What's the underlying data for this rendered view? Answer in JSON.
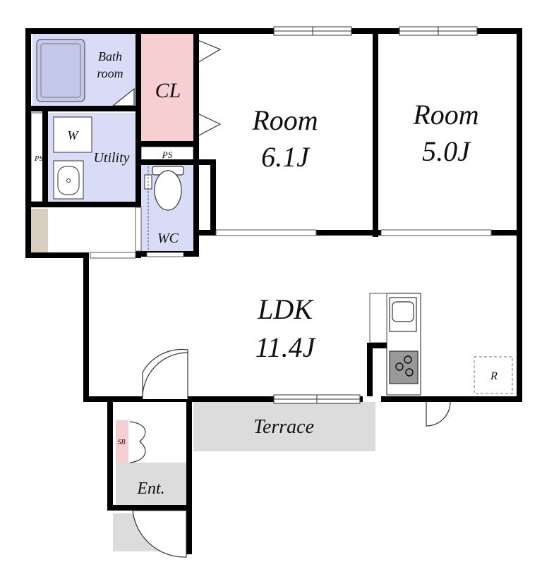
{
  "rooms": {
    "bathroom_line1": "Bath",
    "bathroom_line2": "room",
    "closet": "CL",
    "room_a_name": "Room",
    "room_a_size": "6.1J",
    "room_b_name": "Room",
    "room_b_size": "5.0J",
    "utility": "Utility",
    "washer": "W",
    "ps_left": "PS",
    "ps_center": "PS",
    "wc": "WC",
    "ldk_name": "LDK",
    "ldk_size": "11.4J",
    "terrace": "Terrace",
    "shoe_box": "SB",
    "entrance": "Ent.",
    "refrigerator": "R"
  },
  "colors": {
    "wet_area": "#d9dcf7",
    "closet": "#f7cfd2",
    "terrace": "#dcdcdc",
    "storage": "#d8cfc0",
    "shoe_box": "#f6cfd3",
    "wall": "#000000"
  }
}
